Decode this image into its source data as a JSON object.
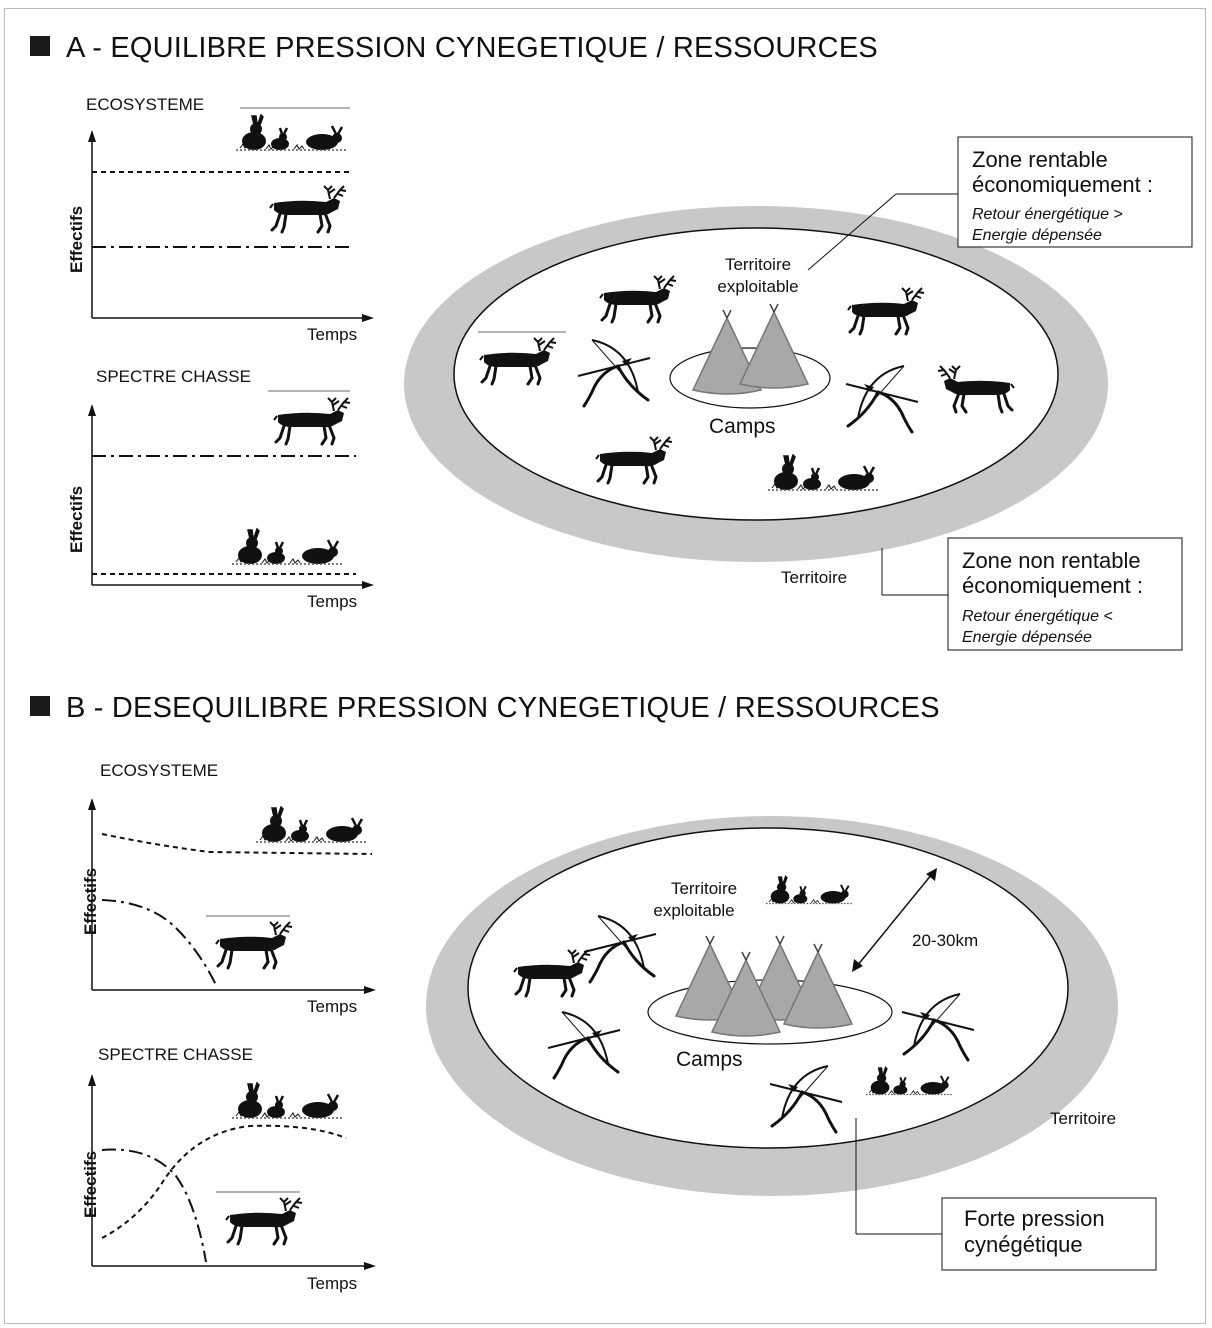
{
  "colors": {
    "ink": "#111111",
    "ring": "#c8c8c8",
    "tent": "#a8a8a8",
    "frame": "#b9b9b9"
  },
  "section_a": {
    "title": "A - EQUILIBRE PRESSION CYNEGETIQUE / RESSOURCES",
    "chart_ecosysteme": {
      "title": "ECOSYSTEME",
      "ylabel": "Effectifs",
      "xlabel": "Temps"
    },
    "chart_spectre": {
      "title": "SPECTRE  CHASSE",
      "ylabel": "Effectifs",
      "xlabel": "Temps"
    },
    "territoire_exploitable": [
      "Territoire",
      "exploitable"
    ],
    "camps": "Camps",
    "territoire": "Territoire",
    "box_rentable": {
      "title": [
        "Zone rentable",
        "économiquement :"
      ],
      "detail": [
        "Retour énergétique >",
        "Energie dépensée"
      ]
    },
    "box_non_rentable": {
      "title": [
        "Zone non rentable",
        "économiquement :"
      ],
      "detail": [
        "Retour énergétique <",
        "Energie dépensée"
      ]
    }
  },
  "section_b": {
    "title": "B - DESEQUILIBRE PRESSION CYNEGETIQUE / RESSOURCES",
    "chart_ecosysteme": {
      "title": "ECOSYSTEME",
      "ylabel": "Effectifs",
      "xlabel": "Temps"
    },
    "chart_spectre": {
      "title": "SPECTRE  CHASSE",
      "ylabel": "Effectifs",
      "xlabel": "Temps"
    },
    "territoire_exploitable": [
      "Territoire",
      "exploitable"
    ],
    "distance": "20-30km",
    "camps": "Camps",
    "territoire": "Territoire",
    "box_pression": {
      "title": [
        "Forte pression",
        "cynégétique"
      ]
    }
  },
  "icons": [
    "reindeer-icon",
    "rabbits-icon",
    "bow-arrow-icon",
    "tent-icon"
  ]
}
